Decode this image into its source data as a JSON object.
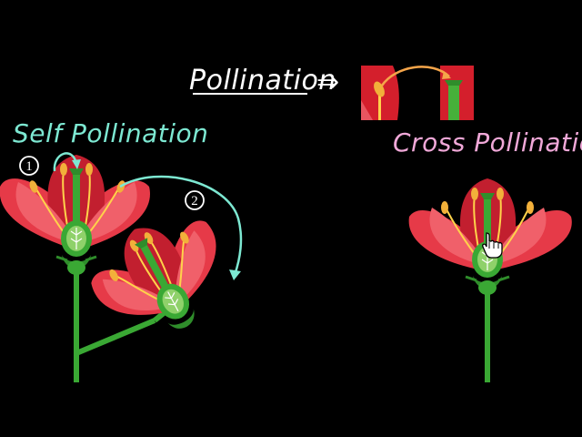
{
  "labels": {
    "title": "Pollination",
    "title_arrow": "⇒",
    "self": "Self Pollination",
    "cross": "Cross Pollination",
    "step1": "1",
    "step2": "2"
  },
  "colors": {
    "background": "#000000",
    "petal": "#e63a48",
    "petal_dark": "#c21f2f",
    "petal_light": "#f0606a",
    "stem": "#3aa834",
    "stamen": "#ffd24a",
    "anther": "#f2b03a",
    "ovary": "#8fd16a",
    "self_annotation": "#7de8d2",
    "cross_annotation": "#f0a8d8",
    "inset_arrow": "#f5a54a"
  },
  "icons": {
    "cursor": "hand-pointer-icon"
  }
}
